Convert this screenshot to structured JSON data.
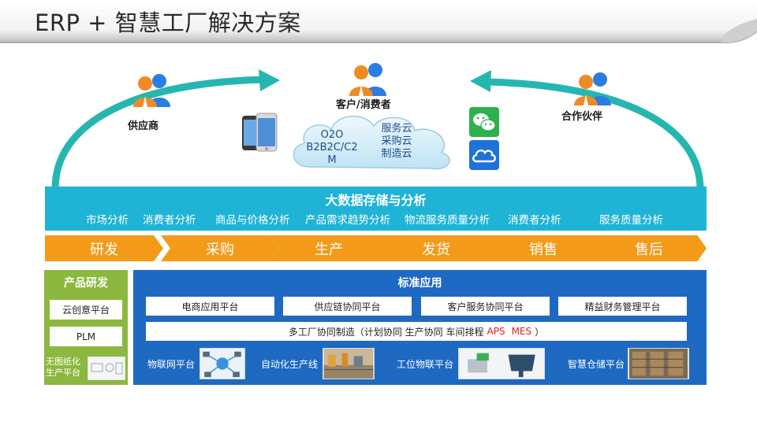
{
  "title": "ERP + 智慧工厂解决方案",
  "actors": {
    "supplier": "供应商",
    "customer": "客户/消费者",
    "partner": "合作伙伴"
  },
  "cloud": {
    "left_lines": [
      "O2O",
      "B2B2C/C2",
      "M"
    ],
    "right_lines": [
      "服务云",
      "采购云",
      "制造云"
    ]
  },
  "big_data": {
    "title": "大数据存储与分析",
    "items": [
      "市场分析",
      "消费者分析",
      "商品与价格分析",
      "产品需求趋势分析",
      "物流服务质量分析",
      "消费者分析",
      "服务质量分析"
    ]
  },
  "process": [
    "研发",
    "采购",
    "生产",
    "发货",
    "销售",
    "售后"
  ],
  "product_rd": {
    "title": "产品研发",
    "items": [
      "云创意平台",
      "PLM"
    ],
    "nodraw_lines": [
      "无图纸化",
      "生产平台"
    ]
  },
  "standard_apps": {
    "title": "标准应用",
    "platforms": [
      "电商应用平台",
      "供应链协同平台",
      "客户服务协同平台",
      "精益财务管理平台"
    ],
    "collab_prefix": "多工厂协同制造（计划协同  生产协同  车间排程",
    "collab_aps": "APS",
    "collab_mes": "MES",
    "collab_suffix": "）",
    "iot": [
      "物联网平台",
      "自动化生产线",
      "工位物联平台",
      "智慧仓储平台"
    ]
  },
  "colors": {
    "teal": "#1fb3d6",
    "orange": "#f49a19",
    "green": "#8cb83f",
    "blue": "#1e69c2",
    "accent_red": "#e0211c"
  }
}
